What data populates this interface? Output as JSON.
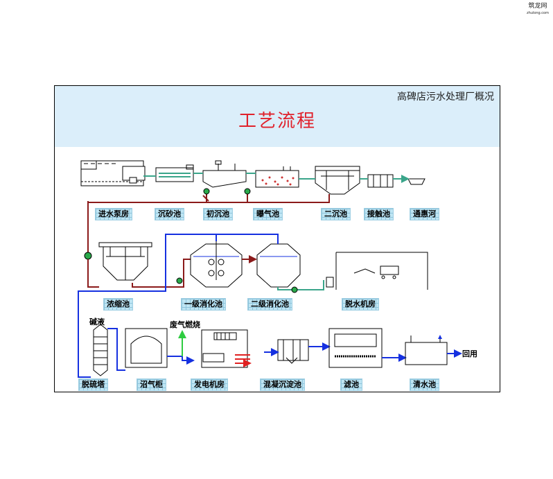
{
  "brand": {
    "name": "筑龙网",
    "domain": "zhulong.com"
  },
  "header": {
    "subtitle": "高碑店污水处理厂概况",
    "title": "工艺流程"
  },
  "labels": {
    "pump_house": "进水泵房",
    "grit_chamber": "沉砂池",
    "primary_clarifier": "初沉池",
    "aeration_tank": "曝气池",
    "secondary_clarifier": "二沉池",
    "contact_tank": "接触池",
    "river": "通惠河",
    "thickener": "浓缩池",
    "primary_digester": "一级消化池",
    "secondary_digester": "二级消化池",
    "dewatering_house": "脱水机房",
    "desulfurization_tower": "脱硫塔",
    "gas_holder": "沼气柜",
    "generator_house": "发电机房",
    "coagulation_sedimentation": "混凝沉淀池",
    "filter": "滤池",
    "clear_water_tank": "清水池"
  },
  "annotations": {
    "alkali": "碱液",
    "waste_gas": "废气燃烧",
    "reuse": "回用"
  },
  "colors": {
    "sludge_line": "#8b1a1a",
    "gas_line": "#1530e0",
    "water_line": "#3aa58a",
    "exhaust_line": "#2ecc40",
    "heat_arrow": "#e02020",
    "label_bg": "#bfe5f3",
    "header_bg": "#dbeefa",
    "title": "#e0212b"
  }
}
